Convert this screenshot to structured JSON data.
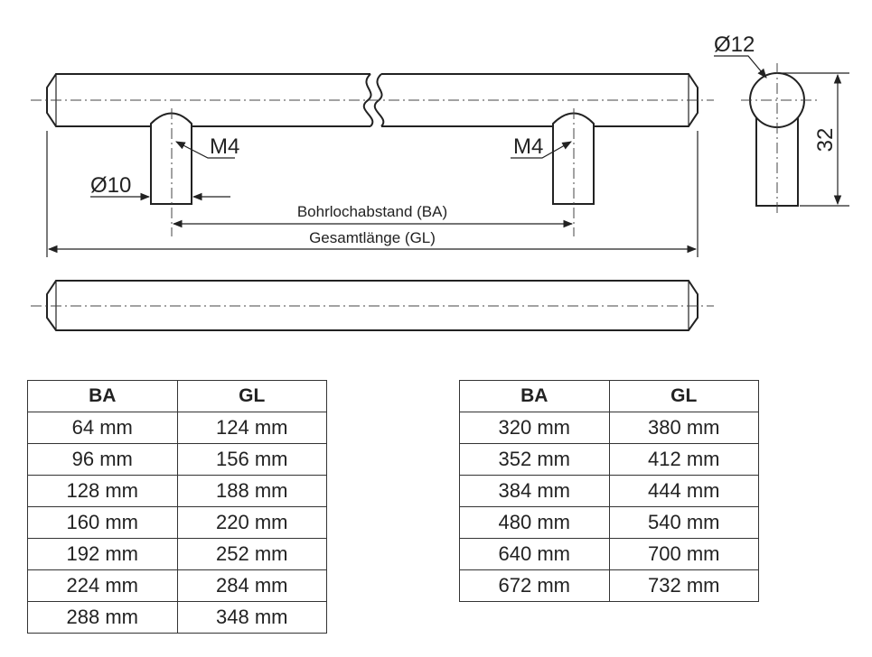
{
  "drawing": {
    "labels": {
      "bohrlochabstand": "Bohrlochabstand (BA)",
      "gesamtlaenge": "Gesamtlänge (GL)",
      "thread_left": "M4",
      "thread_right": "M4",
      "post_diameter": "Ø10",
      "bar_diameter": "Ø12",
      "height": "32"
    }
  },
  "tables": {
    "left": {
      "headers": [
        "BA",
        "GL"
      ],
      "rows": [
        [
          "64 mm",
          "124 mm"
        ],
        [
          "96 mm",
          "156 mm"
        ],
        [
          "128 mm",
          "188 mm"
        ],
        [
          "160 mm",
          "220 mm"
        ],
        [
          "192 mm",
          "252 mm"
        ],
        [
          "224 mm",
          "284 mm"
        ],
        [
          "288 mm",
          "348 mm"
        ]
      ]
    },
    "right": {
      "headers": [
        "BA",
        "GL"
      ],
      "rows": [
        [
          "320 mm",
          "380 mm"
        ],
        [
          "352 mm",
          "412 mm"
        ],
        [
          "384 mm",
          "444 mm"
        ],
        [
          "480 mm",
          "540 mm"
        ],
        [
          "640 mm",
          "700 mm"
        ],
        [
          "672 mm",
          "732 mm"
        ]
      ]
    }
  }
}
